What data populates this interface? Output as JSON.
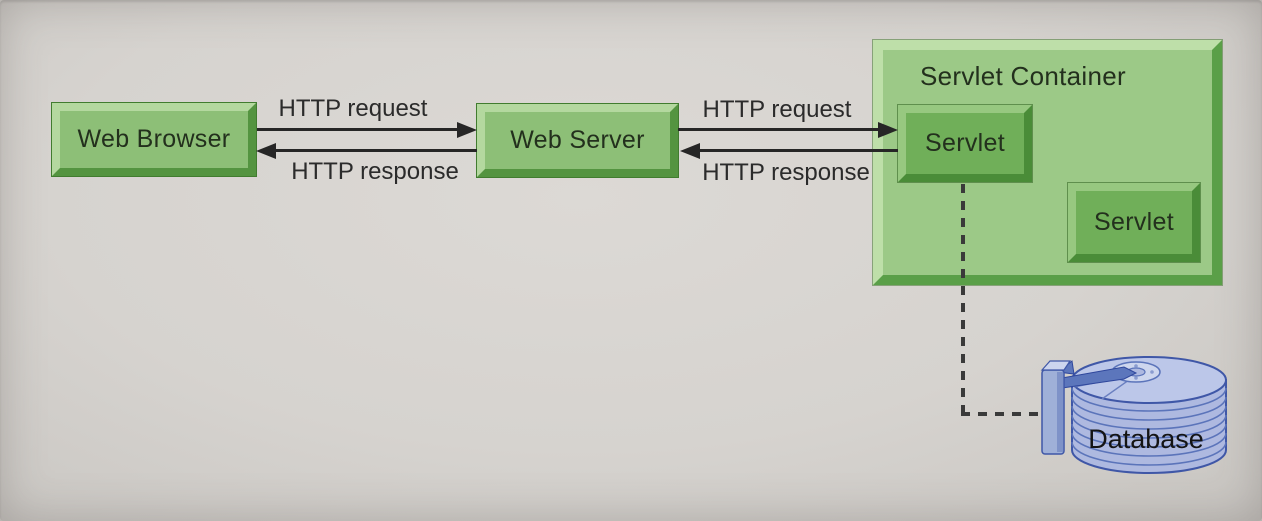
{
  "theme": {
    "canvas_bg_center": "#dcd9d5",
    "canvas_bg_edge": "#c8c5c1",
    "box_face": "#8dbf77",
    "box_light": "#b4d89f",
    "box_dark": "#549440",
    "box_rim": "#417c2f",
    "container_face": "#9cc987",
    "container_light": "#bedfa9",
    "container_dark": "#5a9f48",
    "servlet_face": "#70af59",
    "servlet_light": "#97c880",
    "servlet_dark": "#4a8c38",
    "arrow_color": "#262626",
    "edge_label_color": "#2b2b2b",
    "node_label_color": "#23301d",
    "dash_color": "#3a3a3a",
    "db_fill": "#aeb9e0",
    "db_fill_light": "#bcc7e9",
    "db_stroke": "#3f57a7"
  },
  "nodes": {
    "web_browser": {
      "label": "Web Browser"
    },
    "web_server": {
      "label": "Web Server"
    },
    "servlet_container": {
      "label": "Servlet Container"
    },
    "servlet_1": {
      "label": "Servlet"
    },
    "servlet_2": {
      "label": "Servlet"
    },
    "database": {
      "label": "Database"
    }
  },
  "edges": {
    "browser_to_server": {
      "label": "HTTP request",
      "style": "solid-arrow-right"
    },
    "server_to_browser": {
      "label": "HTTP response",
      "style": "solid-arrow-left"
    },
    "server_to_container": {
      "label": "HTTP request",
      "style": "solid-arrow-right"
    },
    "container_to_server": {
      "label": "HTTP response",
      "style": "solid-arrow-left"
    },
    "servlet_to_database": {
      "label": "",
      "style": "dashed"
    }
  }
}
